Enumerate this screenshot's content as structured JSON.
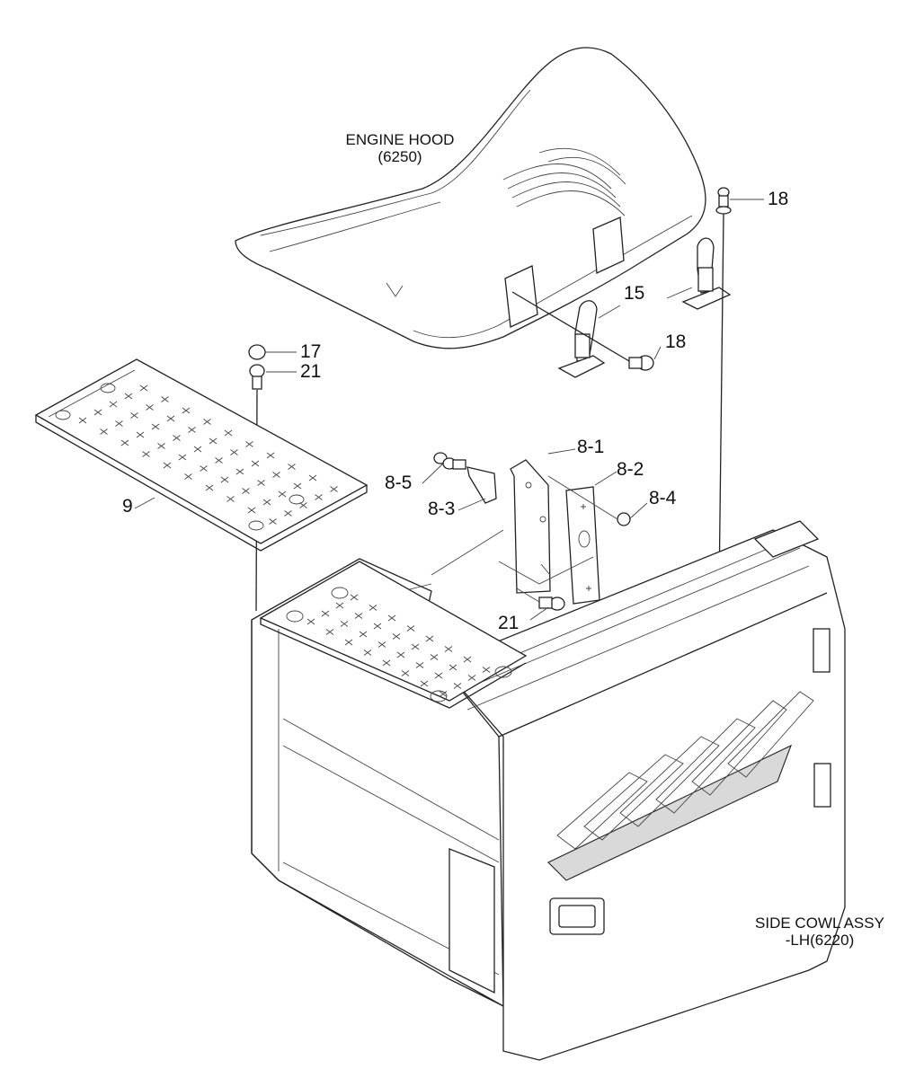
{
  "captions": {
    "engine_hood": [
      "ENGINE HOOD",
      "(6250)"
    ],
    "side_cowl": [
      "SIDE COWL ASSY",
      "-LH(6220)"
    ]
  },
  "callouts": {
    "c17": "17",
    "c21_top": "21",
    "c9": "9",
    "c18_right": "18",
    "c15": "15",
    "c18_mid": "18",
    "c8_1": "8-1",
    "c8_2": "8-2",
    "c8_3": "8-3",
    "c8_4": "8-4",
    "c8_5": "8-5",
    "c21_bottom": "21"
  }
}
